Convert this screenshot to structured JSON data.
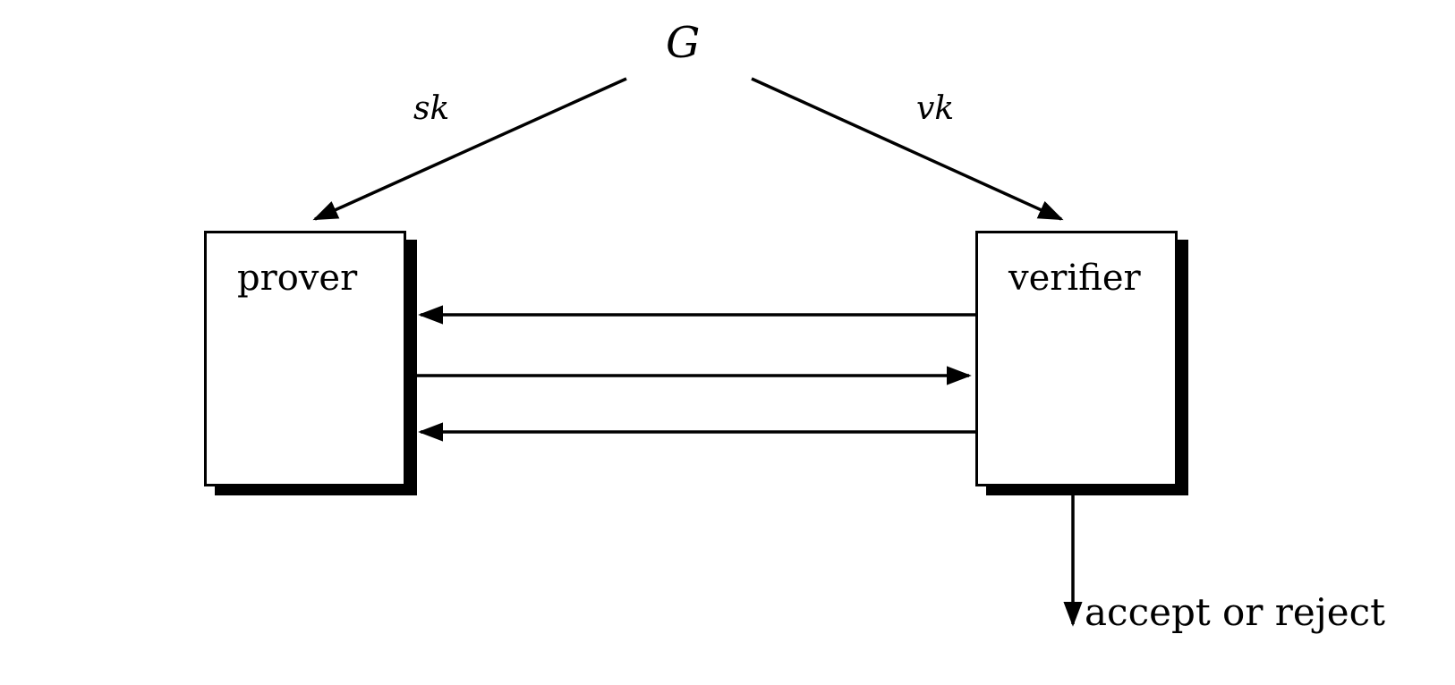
{
  "diagram": {
    "background_color": "#ffffff",
    "ink_color": "#000000",
    "generator": {
      "label": "G"
    },
    "edges": {
      "sk_label": "sk",
      "vk_label": "vk"
    },
    "nodes": {
      "prover_label": "prover",
      "verifier_label": "verifier"
    },
    "messages": {
      "arrow_1_direction": "verifier-to-prover",
      "arrow_2_direction": "prover-to-verifier",
      "arrow_3_direction": "verifier-to-prover"
    },
    "output": {
      "verdict_label": "accept or reject"
    }
  }
}
